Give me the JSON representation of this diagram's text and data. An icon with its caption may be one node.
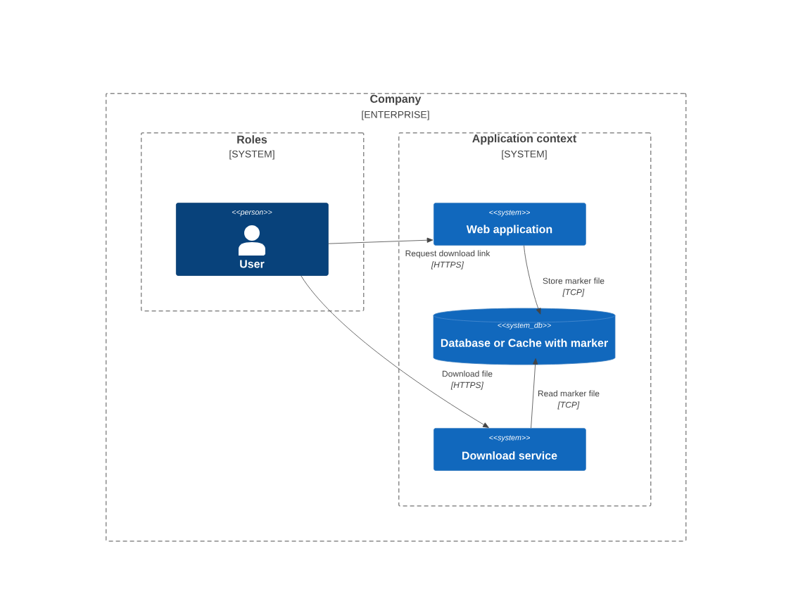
{
  "diagram": {
    "nodes": [
      {
        "text": [
          "Company",
          "[ENTERPRISE]"
        ]
      },
      {
        "text": [
          "Roles",
          "[SYSTEM]"
        ],
        "in": 0
      },
      {
        "text": [
          "Application context",
          "[SYSTEM]"
        ],
        "in": 0
      },
      {
        "text": [
          "<<person>>",
          "User"
        ],
        "in": 1
      },
      {
        "text": [
          "<<system>>",
          "Web application"
        ],
        "in": 2
      },
      {
        "text": [
          "<<system_db>>",
          "Database or Cache with marker"
        ],
        "in": 2
      },
      {
        "text": [
          "<<system>>",
          "Download service"
        ],
        "in": 2
      }
    ],
    "edges": [
      {
        "from": 3,
        "to": 4,
        "arrow": "to",
        "label": "Request download link *[HTTPS]*"
      },
      {
        "from": 4,
        "to": 5,
        "arrow": "to",
        "label": "Store marker file *[TCP]*"
      },
      {
        "from": 6,
        "to": 5,
        "arrow": "to",
        "label": "Read marker file *[TCP]*"
      },
      {
        "from": 3,
        "to": 6,
        "arrow": "to",
        "label": "Download file *[HTTPS]*"
      }
    ]
  }
}
